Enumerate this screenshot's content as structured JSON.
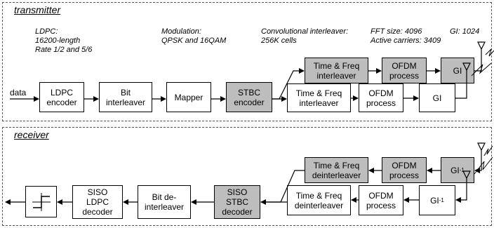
{
  "transmitter": {
    "title": "transmitter",
    "notes": {
      "ldpc": "LDPC:\n16200-length\nRate 1/2 and 5/6",
      "modulation": "Modulation:\nQPSK and 16QAM",
      "interleaver": "Convolutional interleaver:\n256K cells",
      "fft": "FFT size: 4096\nActive carriers: 3409",
      "gi": "GI: 1024"
    },
    "input_label": "data",
    "blocks": {
      "ldpc_encoder": "LDPC\nencoder",
      "bit_interleaver": "Bit\ninterleaver",
      "mapper": "Mapper",
      "stbc_encoder": "STBC\nencoder",
      "tf_interleaver_top": "Time & Freq\ninterleaver",
      "ofdm_top": "OFDM\nprocess",
      "gi_top": "GI",
      "tf_interleaver_bottom": "Time & Freq\ninterleaver",
      "ofdm_bottom": "OFDM\nprocess",
      "gi_bottom": "GI"
    }
  },
  "receiver": {
    "title": "receiver",
    "blocks": {
      "gi_inv_top": "GI",
      "gi_inv_top_sup": "-1",
      "ofdm_top": "OFDM\nprocess",
      "tf_deinterleaver_top": "Time & Freq\ndeinterleaver",
      "gi_inv_bottom": "GI",
      "gi_inv_bottom_sup": "-1",
      "ofdm_bottom": "OFDM\nprocess",
      "tf_deinterleaver_bottom": "Time & Freq\ndeinterleaver",
      "siso_stbc_decoder": "SISO\nSTBC\ndecoder",
      "bit_deinterleaver": "Bit de-\ninterleaver",
      "siso_ldpc_decoder": "SISO\nLDPC\ndecoder"
    }
  },
  "colors": {
    "shaded_block": "#bdbdbd",
    "border": "#000000"
  }
}
